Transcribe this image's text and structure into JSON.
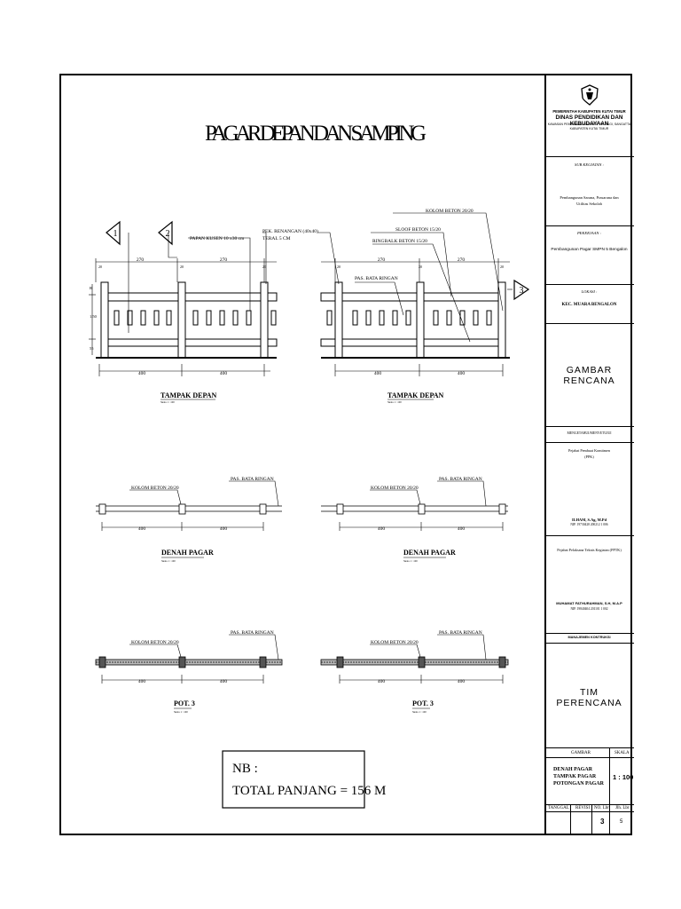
{
  "title": "PAGAR DEPAN DAN SAMPING",
  "note": {
    "label": "NB :",
    "total": "TOTAL PANJANG = 156 M"
  },
  "elevation_left": {
    "labels": {
      "papan": "PAPAN KUSEN 10 x30 cm",
      "pek": "PEK. RENANGAN (40x40)",
      "teral": "TERAL 5 CM"
    },
    "marks": [
      "1",
      "2"
    ],
    "dims_top": [
      "270",
      "270"
    ],
    "dims_post": [
      "20",
      "20",
      "20"
    ],
    "dims_bottom": [
      "400",
      "400"
    ],
    "dims_left": [
      "R",
      "1.50",
      "55"
    ],
    "caption": "TAMPAK DEPAN",
    "scale": "Skala 1 : 100"
  },
  "elevation_right": {
    "labels": {
      "kolom": "KOLOM BETON 20/20",
      "sloof": "SLOOF BETON 15/20",
      "ringbalk": "RINGBALK BETON 15/20",
      "pas": "PAS. BATA RINGAN"
    },
    "marks": [
      "3"
    ],
    "dims_top": [
      "270",
      "270"
    ],
    "dims_post": [
      "20",
      "20",
      "20"
    ],
    "dims_bottom": [
      "400",
      "400"
    ],
    "caption": "TAMPAK DEPAN",
    "scale": "Skala 1 : 100"
  },
  "plan_left": {
    "kolom": "KOLOM BETON 20/20",
    "pas": "PAS. BATA RINGAN",
    "dims": [
      "400",
      "400"
    ],
    "caption": "DENAH PAGAR",
    "scale": "Skala 1 : 100"
  },
  "plan_right": {
    "kolom": "KOLOM BETON 20/20",
    "pas": "PAS. BATA RINGAN",
    "dims": [
      "400",
      "400"
    ],
    "caption": "DENAH PAGAR",
    "scale": "Skala 1 : 100"
  },
  "section_left": {
    "kolom": "KOLOM BETON 20/20",
    "pas": "PAS. BATA RINGAN",
    "dims": [
      "400",
      "400"
    ],
    "caption": "POT. 3",
    "scale": "Skala 1 : 100"
  },
  "section_right": {
    "kolom": "KOLOM BETON 20/20",
    "pas": "PAS. BATA RINGAN",
    "dims": [
      "400",
      "400"
    ],
    "caption": "POT. 3",
    "scale": "Skala 1 : 100"
  },
  "titleblock": {
    "org1": "PEMERINTAH KABUPATEN KUTAI TIMUR",
    "org2": "DINAS PENDIDIKAN DAN KEBUDAYAAN",
    "org3": "KAWASAN PEMERINTAHAN BUKIT PELANGI, SANGATTA",
    "org4": "KABUPATEN KUTAI TIMUR",
    "sub_label": "SUB KEGIATAN :",
    "sub_value": "Pembangunan Sarana, Prasarana dan Utilitas Sekolah",
    "job_label": "PEKERJAAN :",
    "job_value": "Pembangunan Pagar SMPN 5 Bengalon",
    "loc_label": "LOKASI :",
    "loc_value": "KEC. MUARA BENGALON",
    "drawing_type": "GAMBAR RENCANA",
    "approve_label": "MENGETAHUI/MENYETUJUI",
    "ppk_role": "Pejabat Pembuat Komitmen (PPK)",
    "ppk_name": "ILHAM, S.Ag, M.Pd",
    "ppk_nip": "NIP. 19730428 200212 1 006",
    "pptk_role": "Pejabat Pelaksana Teknis Kegiatan (PPTK)",
    "pptk_name": "MUHAMAT FATHURAHMAN, S.H, M.A.P",
    "pptk_nip": "NIP. 19840404 201101 1 002",
    "mk_label": "MANAJEMEN KONTRUKSI",
    "team": "TIM PERENCANA",
    "h_gambar": "GAMBAR",
    "h_skala": "SKALA",
    "sheet_title": [
      "DENAH PAGAR",
      "TAMPAK PAGAR",
      "POTONGAN PAGAR"
    ],
    "scale_value": "1 : 100",
    "h_tanggal": "TANGGAL",
    "h_revisi": "REVISI",
    "h_no": "NO. Lbr",
    "h_jml": "Jlh. Lbr",
    "sheet_no": "3",
    "sheet_total": "5"
  }
}
